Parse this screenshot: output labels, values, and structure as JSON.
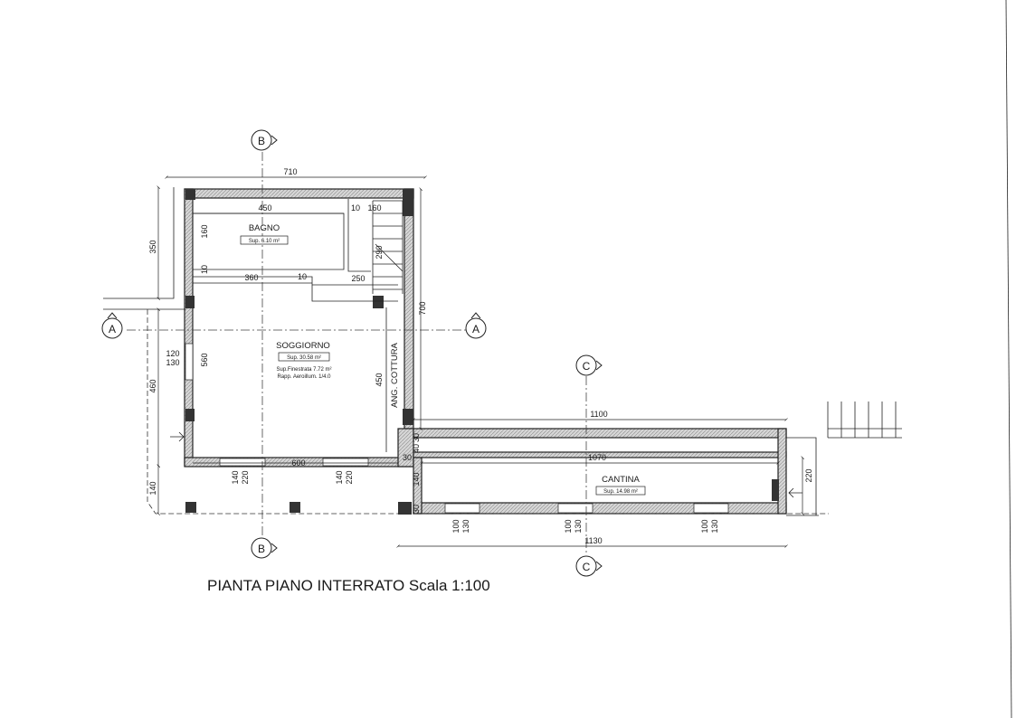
{
  "title": "PIANTA PIANO INTERRATO Scala 1:100",
  "rooms": {
    "bagno": {
      "name": "BAGNO",
      "area": "Sup. 6.10 m²"
    },
    "soggiorno": {
      "name": "SOGGIORNO",
      "area": "Sup. 30.58 m²",
      "window_area": "Sup.Finestrata 7.72 m²",
      "ratio": "Rapp. Aeroillum. 1/4.0"
    },
    "angolo_cottura": {
      "name": "ANG. COTTURA"
    },
    "cantina": {
      "name": "CANTINA",
      "area": "Sup. 14.98 m²"
    }
  },
  "sections": {
    "a": "A",
    "b": "B",
    "c": "C"
  },
  "dimensions": {
    "top_width": "710",
    "bagno_width": "450",
    "d10_a": "10",
    "d160_top": "160",
    "bagno_height": "160",
    "d10_b": "10",
    "d290": "290",
    "d360": "360",
    "d10_c": "10",
    "d250": "250",
    "left_350": "350",
    "right_700": "700",
    "win_120": "120",
    "win_130": "130",
    "d560": "560",
    "left_460": "460",
    "d450": "450",
    "left_140": "140",
    "bottom_600": "600",
    "win_l_140": "140",
    "win_l_220": "220",
    "win_r_140": "140",
    "win_r_220": "220",
    "cantina_1100": "1100",
    "cantina_1070": "1070",
    "c_30_a": "30",
    "c_40": "40",
    "c_140": "140",
    "c_30_b": "30",
    "c_30_c": "30",
    "c_220": "220",
    "cw1_100": "100",
    "cw1_130": "130",
    "cw2_100": "100",
    "cw2_130": "130",
    "cw3_100": "100",
    "cw3_130": "130",
    "bottom_1130": "1130"
  }
}
